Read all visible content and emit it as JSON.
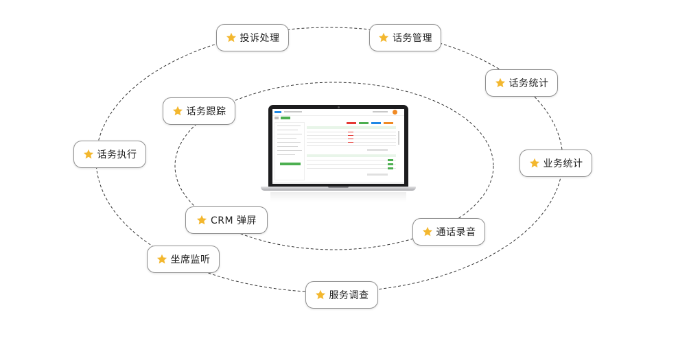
{
  "diagram": {
    "nodes": [
      {
        "id": "complaint",
        "label": "投诉处理",
        "ring": "outer",
        "icon": "star-icon"
      },
      {
        "id": "call-management",
        "label": "话务管理",
        "ring": "outer",
        "icon": "star-icon"
      },
      {
        "id": "call-statistics",
        "label": "话务统计",
        "ring": "outer",
        "icon": "star-icon"
      },
      {
        "id": "business-statistics",
        "label": "业务统计",
        "ring": "outer",
        "icon": "star-icon"
      },
      {
        "id": "service-survey",
        "label": "服务调查",
        "ring": "outer",
        "icon": "star-icon"
      },
      {
        "id": "seat-monitoring",
        "label": "坐席监听",
        "ring": "outer",
        "icon": "star-icon"
      },
      {
        "id": "call-execution",
        "label": "话务执行",
        "ring": "outer",
        "icon": "star-icon"
      },
      {
        "id": "call-tracking",
        "label": "话务跟踪",
        "ring": "inner",
        "icon": "star-icon"
      },
      {
        "id": "crm-popup",
        "label": "CRM 弹屏",
        "ring": "inner",
        "icon": "star-icon"
      },
      {
        "id": "call-recording",
        "label": "通话录音",
        "ring": "inner",
        "icon": "star-icon"
      }
    ],
    "center": {
      "type": "laptop",
      "icon": "laptop-icon"
    }
  },
  "colors": {
    "star": "#f3b72e",
    "orbit_line": "#333333",
    "node_border": "#8f8f8f",
    "node_text": "#222222",
    "screen_accent_green": "#4caf50",
    "screen_accent_blue": "#1e88e5",
    "screen_accent_orange": "#f08a24"
  }
}
